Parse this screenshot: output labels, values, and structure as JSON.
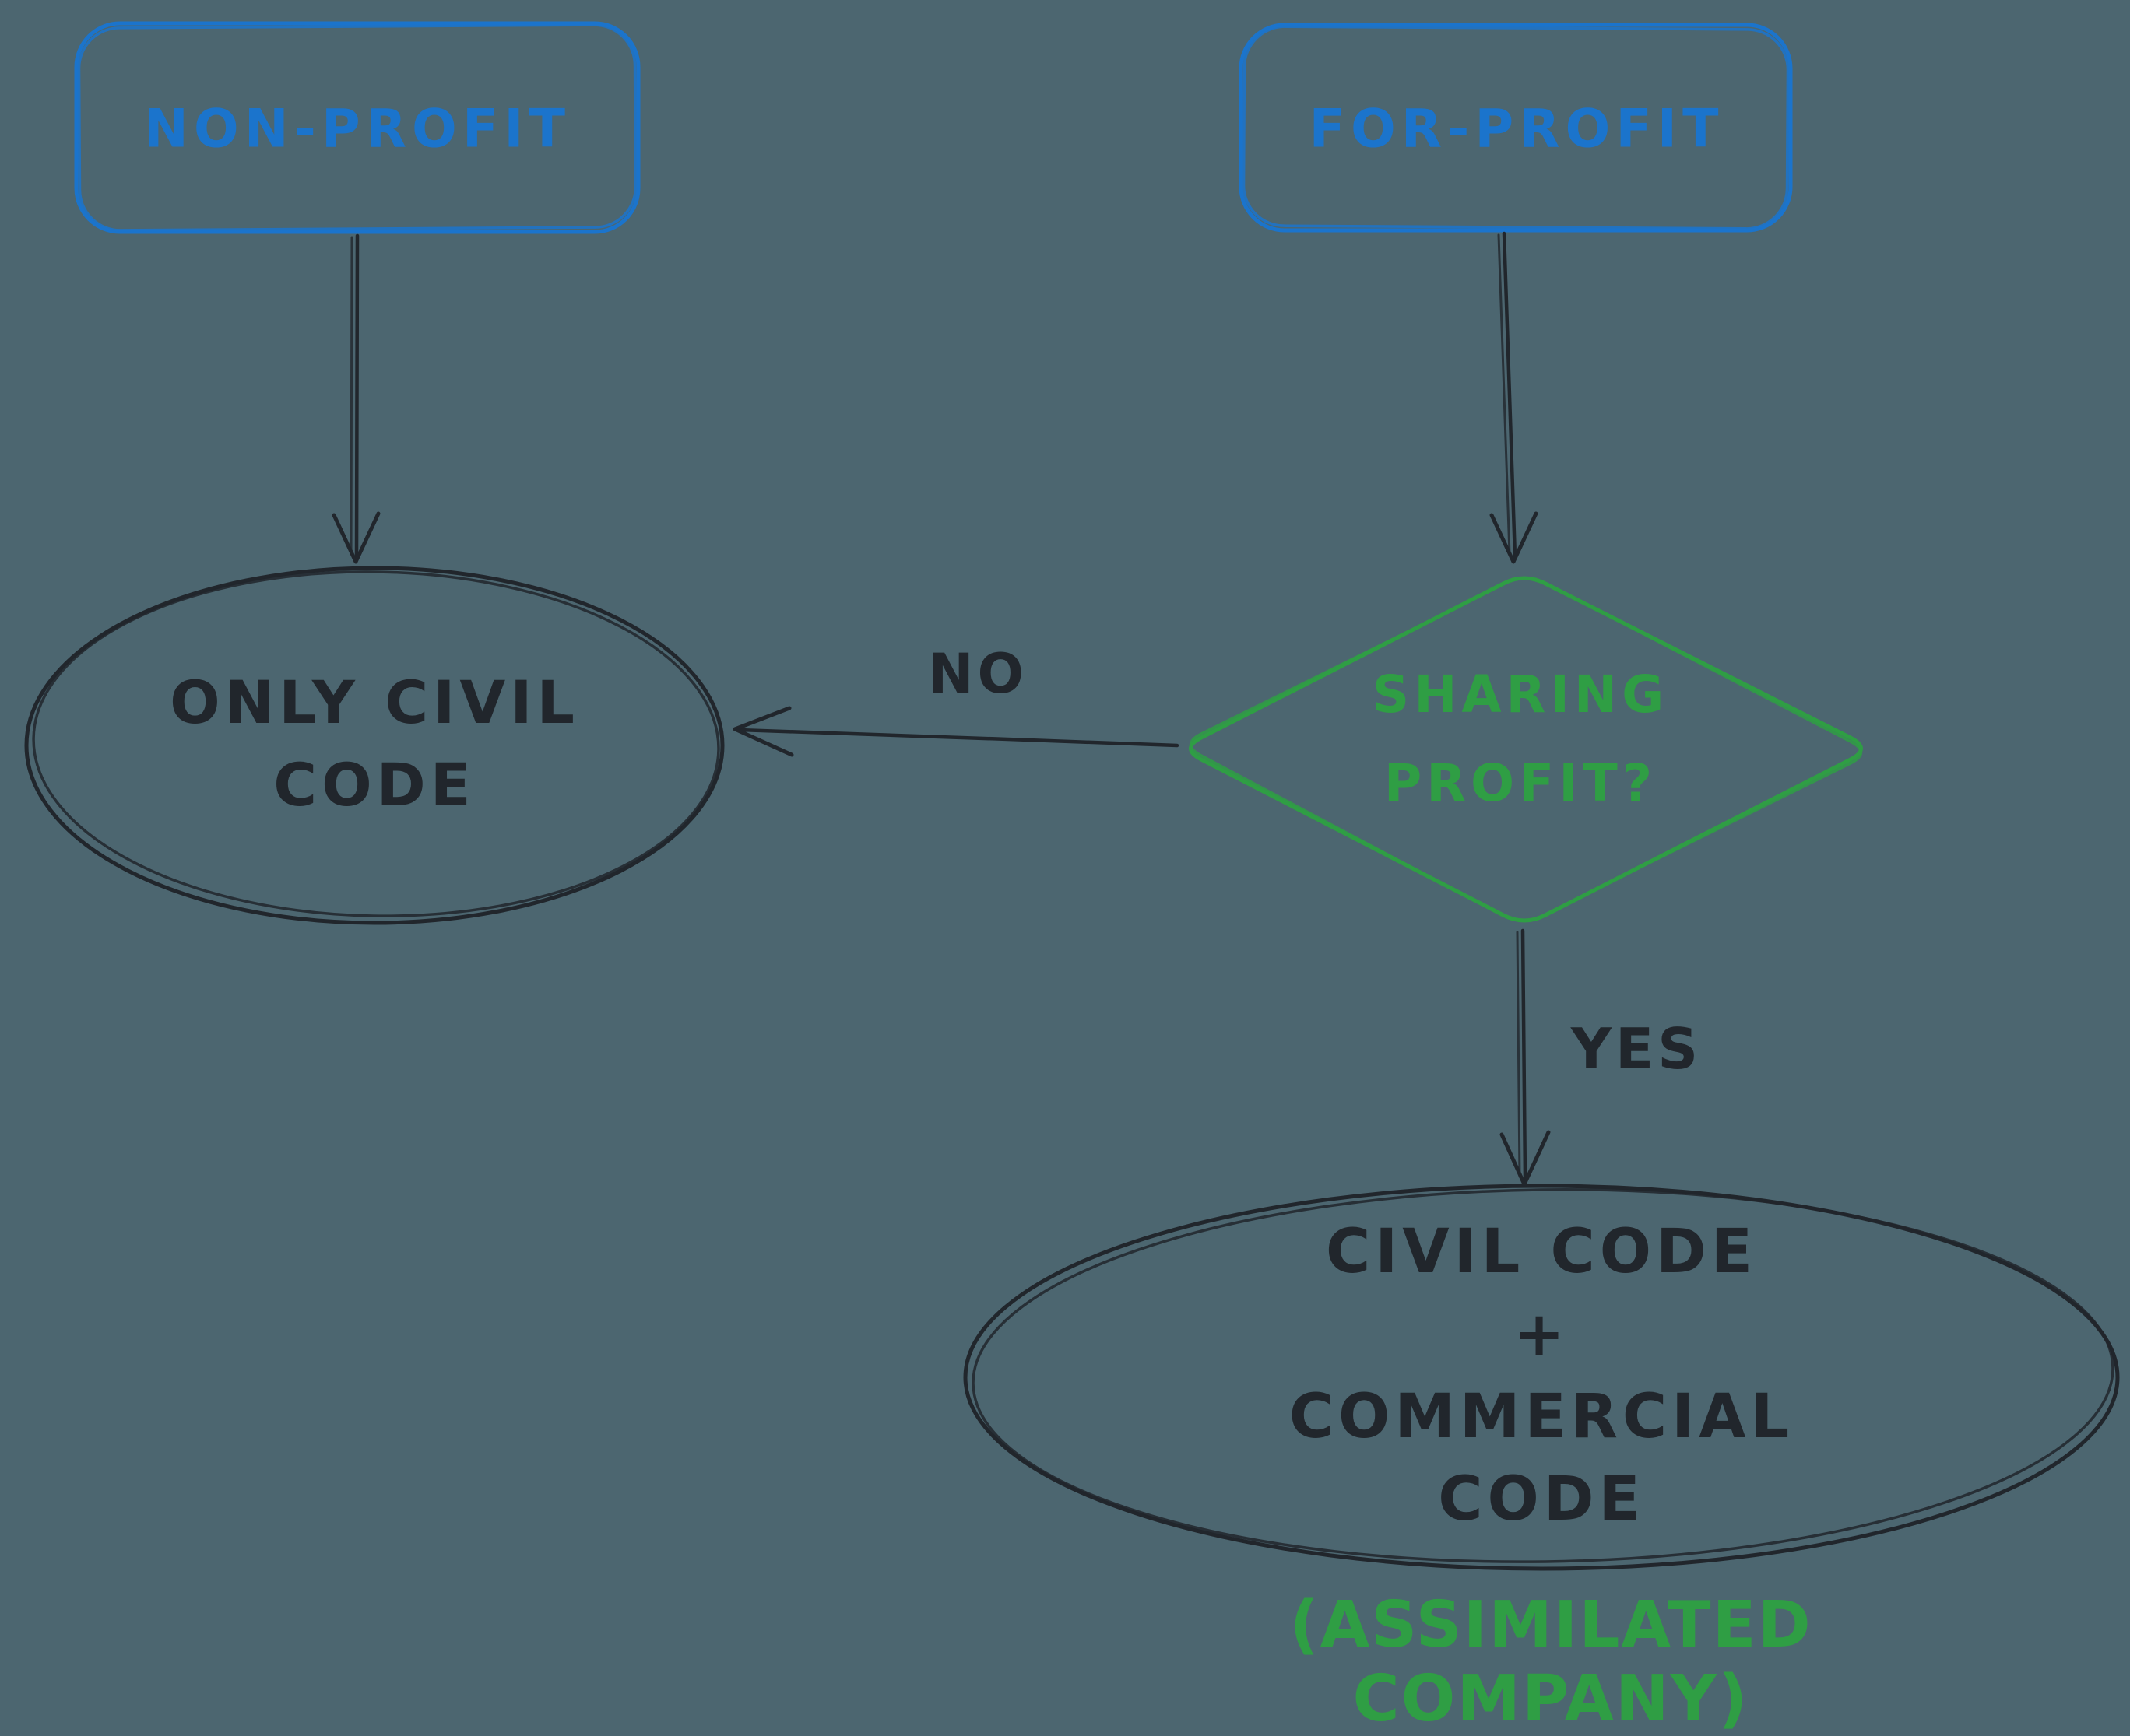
{
  "diagram": {
    "type": "flowchart",
    "style": "hand-drawn",
    "colors": {
      "background": "#4c6670",
      "blue": "#1b74cc",
      "green": "#2f9e44",
      "ink": "#21262c"
    },
    "nodes": {
      "non_profit": {
        "shape": "rounded-rectangle",
        "color": "blue",
        "label": "NON-PROFIT"
      },
      "for_profit": {
        "shape": "rounded-rectangle",
        "color": "blue",
        "label": "FOR-PROFIT"
      },
      "only_civil": {
        "shape": "ellipse",
        "color": "ink",
        "label": "ONLY CIVIL\nCODE"
      },
      "sharing_profit": {
        "shape": "diamond",
        "color": "green",
        "label": "SHARING\nPROFIT?"
      },
      "civil_plus_commercial": {
        "shape": "ellipse",
        "color": "ink",
        "label": "CIVIL CODE\n+\nCOMMERCIAL CODE"
      }
    },
    "edges": {
      "non_profit_to_only_civil": {
        "from": "non_profit",
        "to": "only_civil",
        "label": ""
      },
      "for_profit_to_sharing_profit": {
        "from": "for_profit",
        "to": "sharing_profit",
        "label": ""
      },
      "sharing_profit_to_only_civil": {
        "from": "sharing_profit",
        "to": "only_civil",
        "label": "NO"
      },
      "sharing_profit_to_civil_plus_commercial": {
        "from": "sharing_profit",
        "to": "civil_plus_commercial",
        "label": "YES"
      }
    },
    "caption": {
      "color": "green",
      "label": "(ASSIMILATED COMPANY)"
    }
  }
}
